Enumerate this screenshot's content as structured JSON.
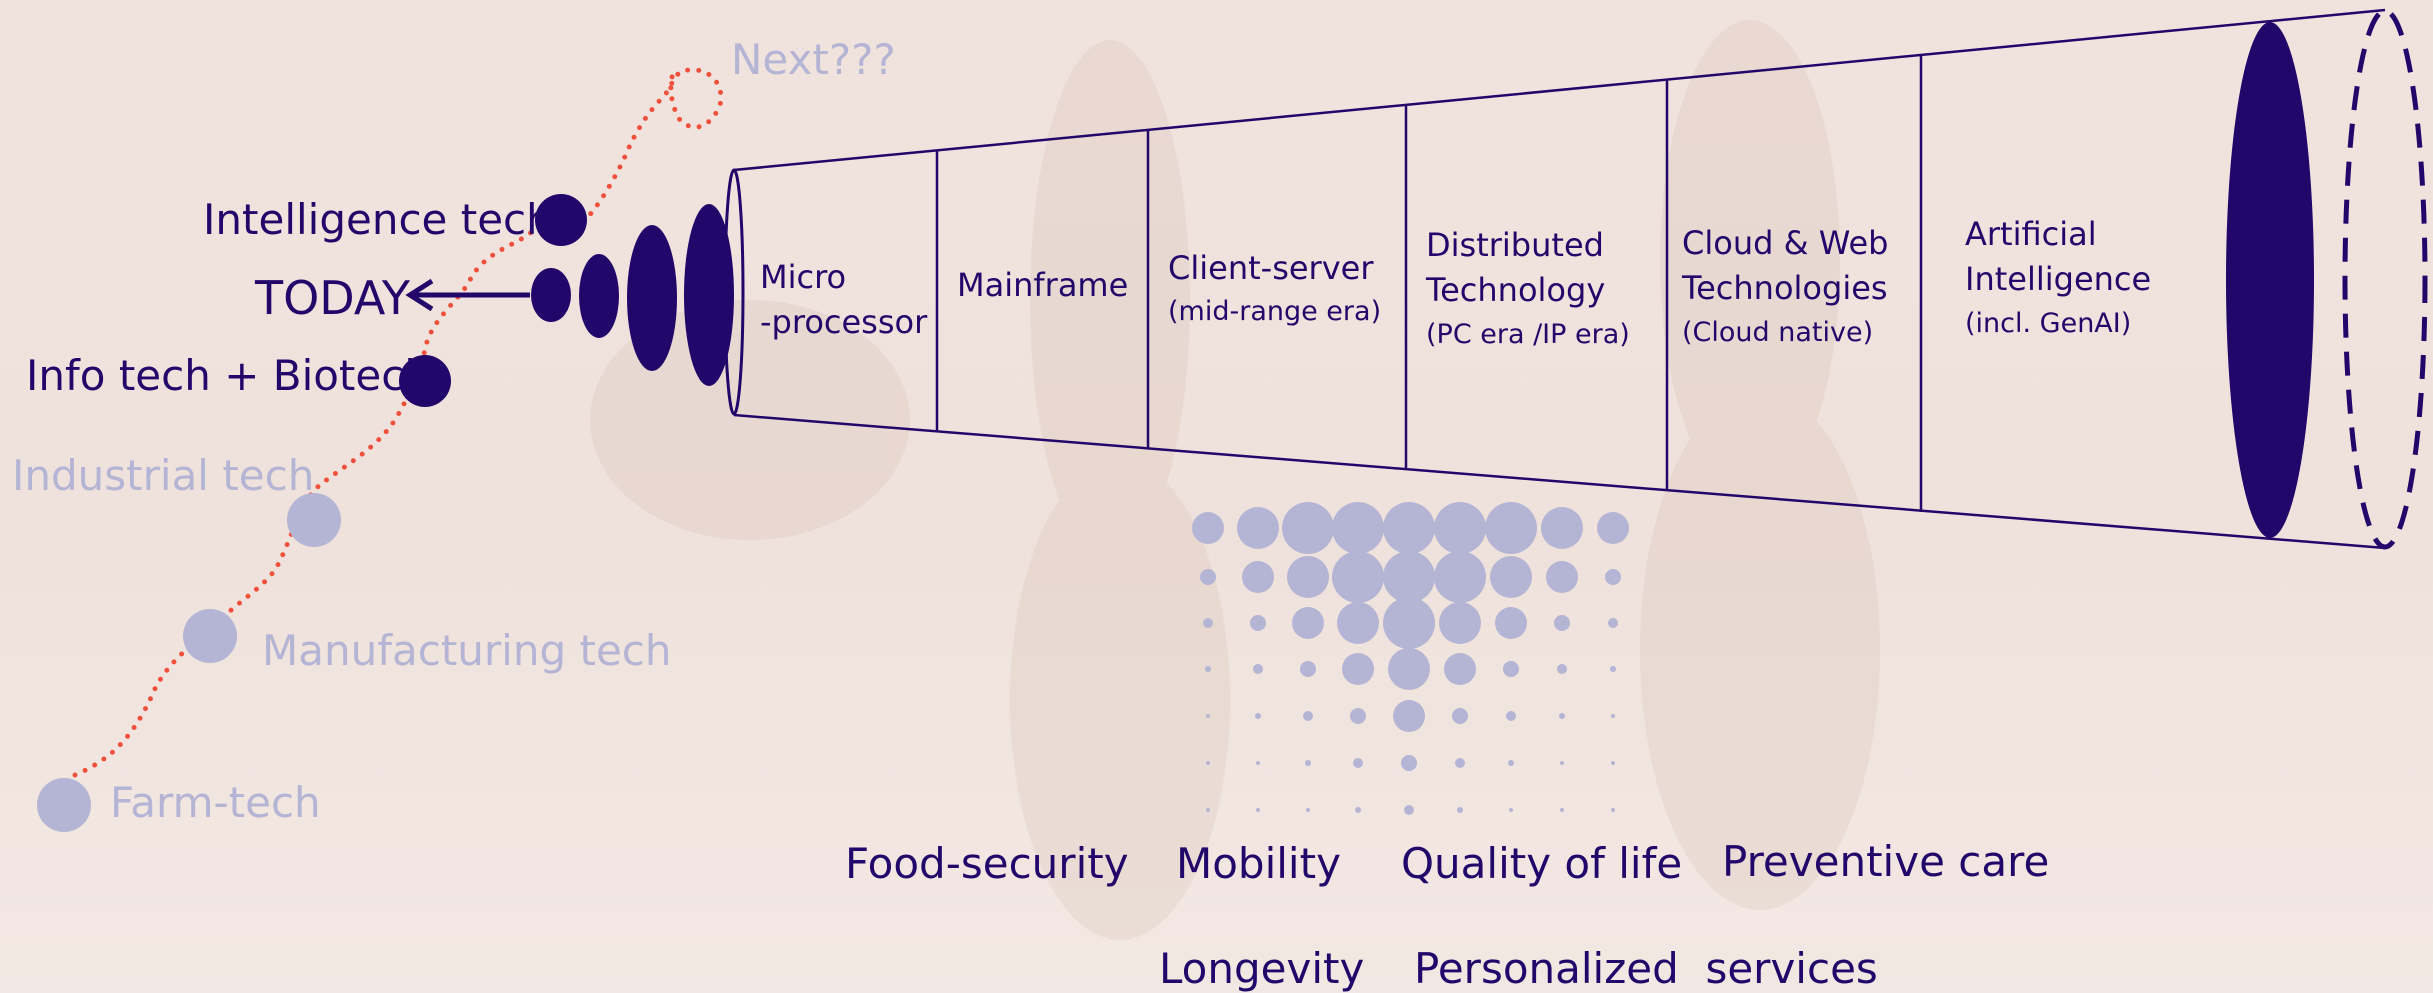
{
  "timeline": {
    "next_label": "Next???",
    "stages": [
      {
        "id": "farm",
        "label": "Farm-tech",
        "state": "past"
      },
      {
        "id": "manufacturing",
        "label": "Manufacturing tech",
        "state": "past"
      },
      {
        "id": "industrial",
        "label": "Industrial tech",
        "state": "past"
      },
      {
        "id": "infobio",
        "label": "Info tech + Biotech",
        "state": "current"
      },
      {
        "id": "intelligence",
        "label": "Intelligence tech",
        "state": "current"
      }
    ],
    "today_label": "TODAY"
  },
  "funnel": {
    "eras": [
      {
        "title1": "Micro",
        "title2": "-processor",
        "sub": ""
      },
      {
        "title1": "Mainframe",
        "title2": "",
        "sub": ""
      },
      {
        "title1": "Client-server",
        "title2": "",
        "sub": "(mid-range era)"
      },
      {
        "title1": "Distributed",
        "title2": "Technology",
        "sub": "(PC era /IP era)"
      },
      {
        "title1": "Cloud & Web",
        "title2": "Technologies",
        "sub": "(Cloud native)"
      },
      {
        "title1": "Artificial",
        "title2": "Intelligence",
        "sub": "(incl. GenAI)"
      }
    ]
  },
  "outcomes": {
    "row1": [
      "Food-security",
      "Mobility",
      "Quality of life",
      "Preventive care"
    ],
    "row2": [
      "Longevity",
      "Personalized  services"
    ]
  },
  "colors": {
    "dark": "#22076b",
    "faded": "#b4b4d4",
    "dots": "#f0503c",
    "bg": "#f0e3de"
  }
}
